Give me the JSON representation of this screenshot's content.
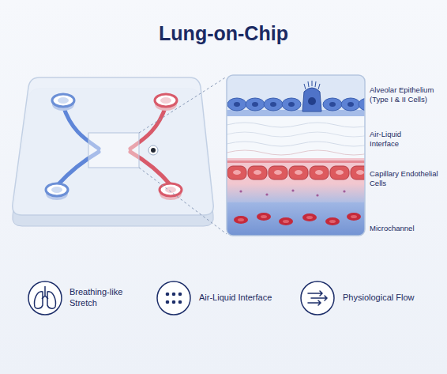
{
  "diagram": {
    "title": "Lung-on-Chip",
    "labels": [
      "Alveolar Epithelium (Type I & II Cells)",
      "Air-Liquid Interface",
      "Capillary Endothelial Cells",
      "Microchannel",
      "Breathing-like Stretch",
      "Air-Liquid Interface",
      "Physiological Flow"
    ]
  }
}
